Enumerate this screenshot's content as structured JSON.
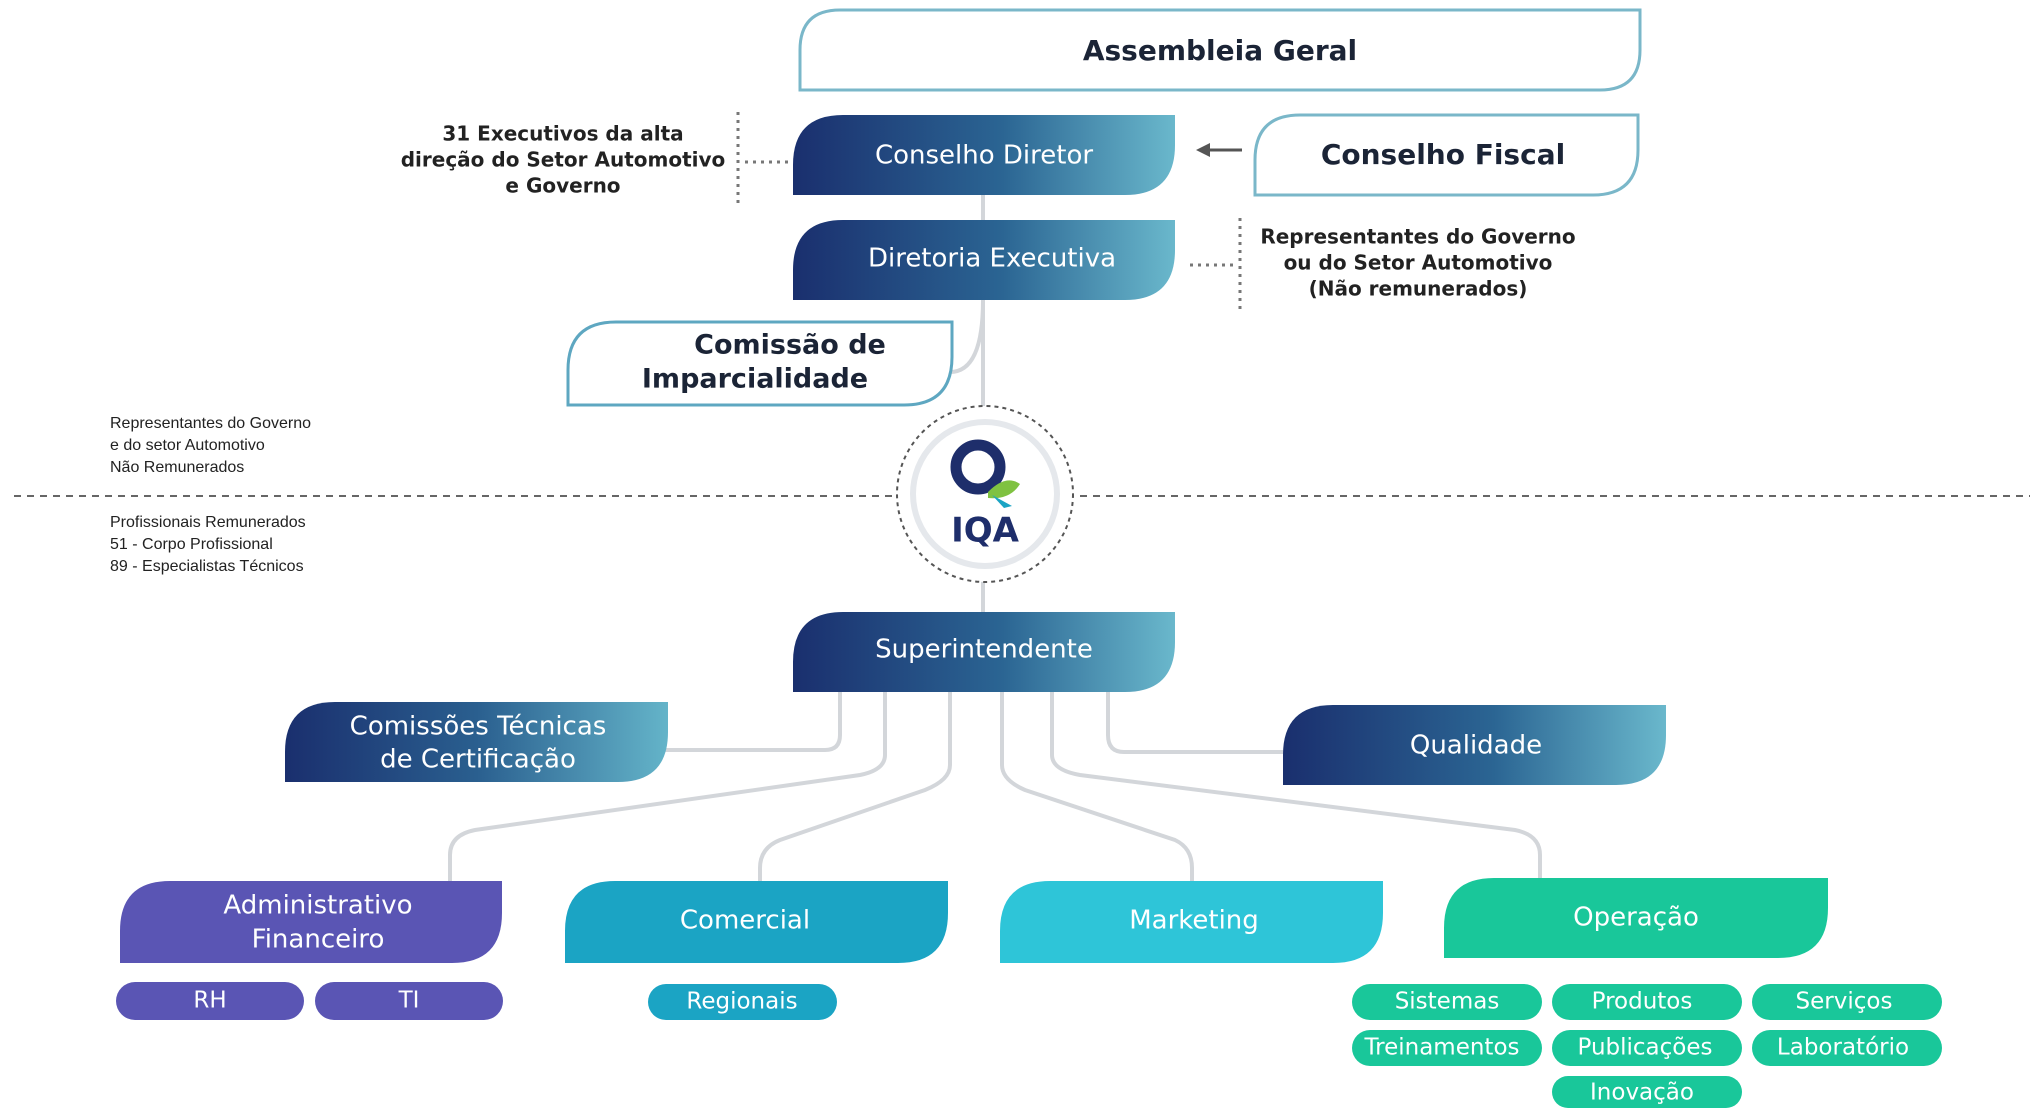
{
  "top": {
    "assembleia": "Assembleia Geral",
    "conselho_diretor": "Conselho Diretor",
    "conselho_fiscal": "Conselho Fiscal",
    "diretoria_executiva": "Diretoria Executiva",
    "comissao_line1": "Comissão de",
    "comissao_line2": "Imparcialidade"
  },
  "notes": {
    "executivos_line1": "31 Executivos da alta",
    "executivos_line2": "direção do Setor Automotivo",
    "executivos_line3": "e Governo",
    "representantes_line1": "Representantes do Governo",
    "representantes_line2": "ou do Setor Automotivo",
    "representantes_line3": "(Não remunerados)",
    "left_top_line1": "Representantes do Governo",
    "left_top_line2": "e do setor Automotivo",
    "left_top_line3": "Não Remunerados",
    "left_bottom_line1": "Profissionais Remunerados",
    "left_bottom_line2": "51 - Corpo Profissional",
    "left_bottom_line3": "89 - Especialistas Técnicos"
  },
  "logo": {
    "text": "IQA"
  },
  "middle": {
    "superintendente": "Superintendente",
    "comissoes_line1": "Comissões Técnicas",
    "comissoes_line2": "de Certificação",
    "qualidade": "Qualidade"
  },
  "departments": {
    "administrativo_line1": "Administrativo",
    "administrativo_line2": "Financeiro",
    "comercial": "Comercial",
    "marketing": "Marketing",
    "operacao": "Operação"
  },
  "subunits": {
    "rh": "RH",
    "ti": "TI",
    "regionais": "Regionais",
    "sistemas": "Sistemas",
    "produtos": "Produtos",
    "servicos": "Serviços",
    "treinamentos": "Treinamentos",
    "publicacoes": "Publicações",
    "laboratorio": "Laboratório",
    "inovacao": "Inovação"
  },
  "colors": {
    "navy": "#1e3a78",
    "teal_end": "#5fb3c9",
    "outline": "#7ab7c9",
    "admin": "#5a55b4",
    "comercial": "#1ba4c4",
    "marketing": "#2ec5d8",
    "operacao": "#19c79a",
    "connector": "#d3d6da"
  }
}
